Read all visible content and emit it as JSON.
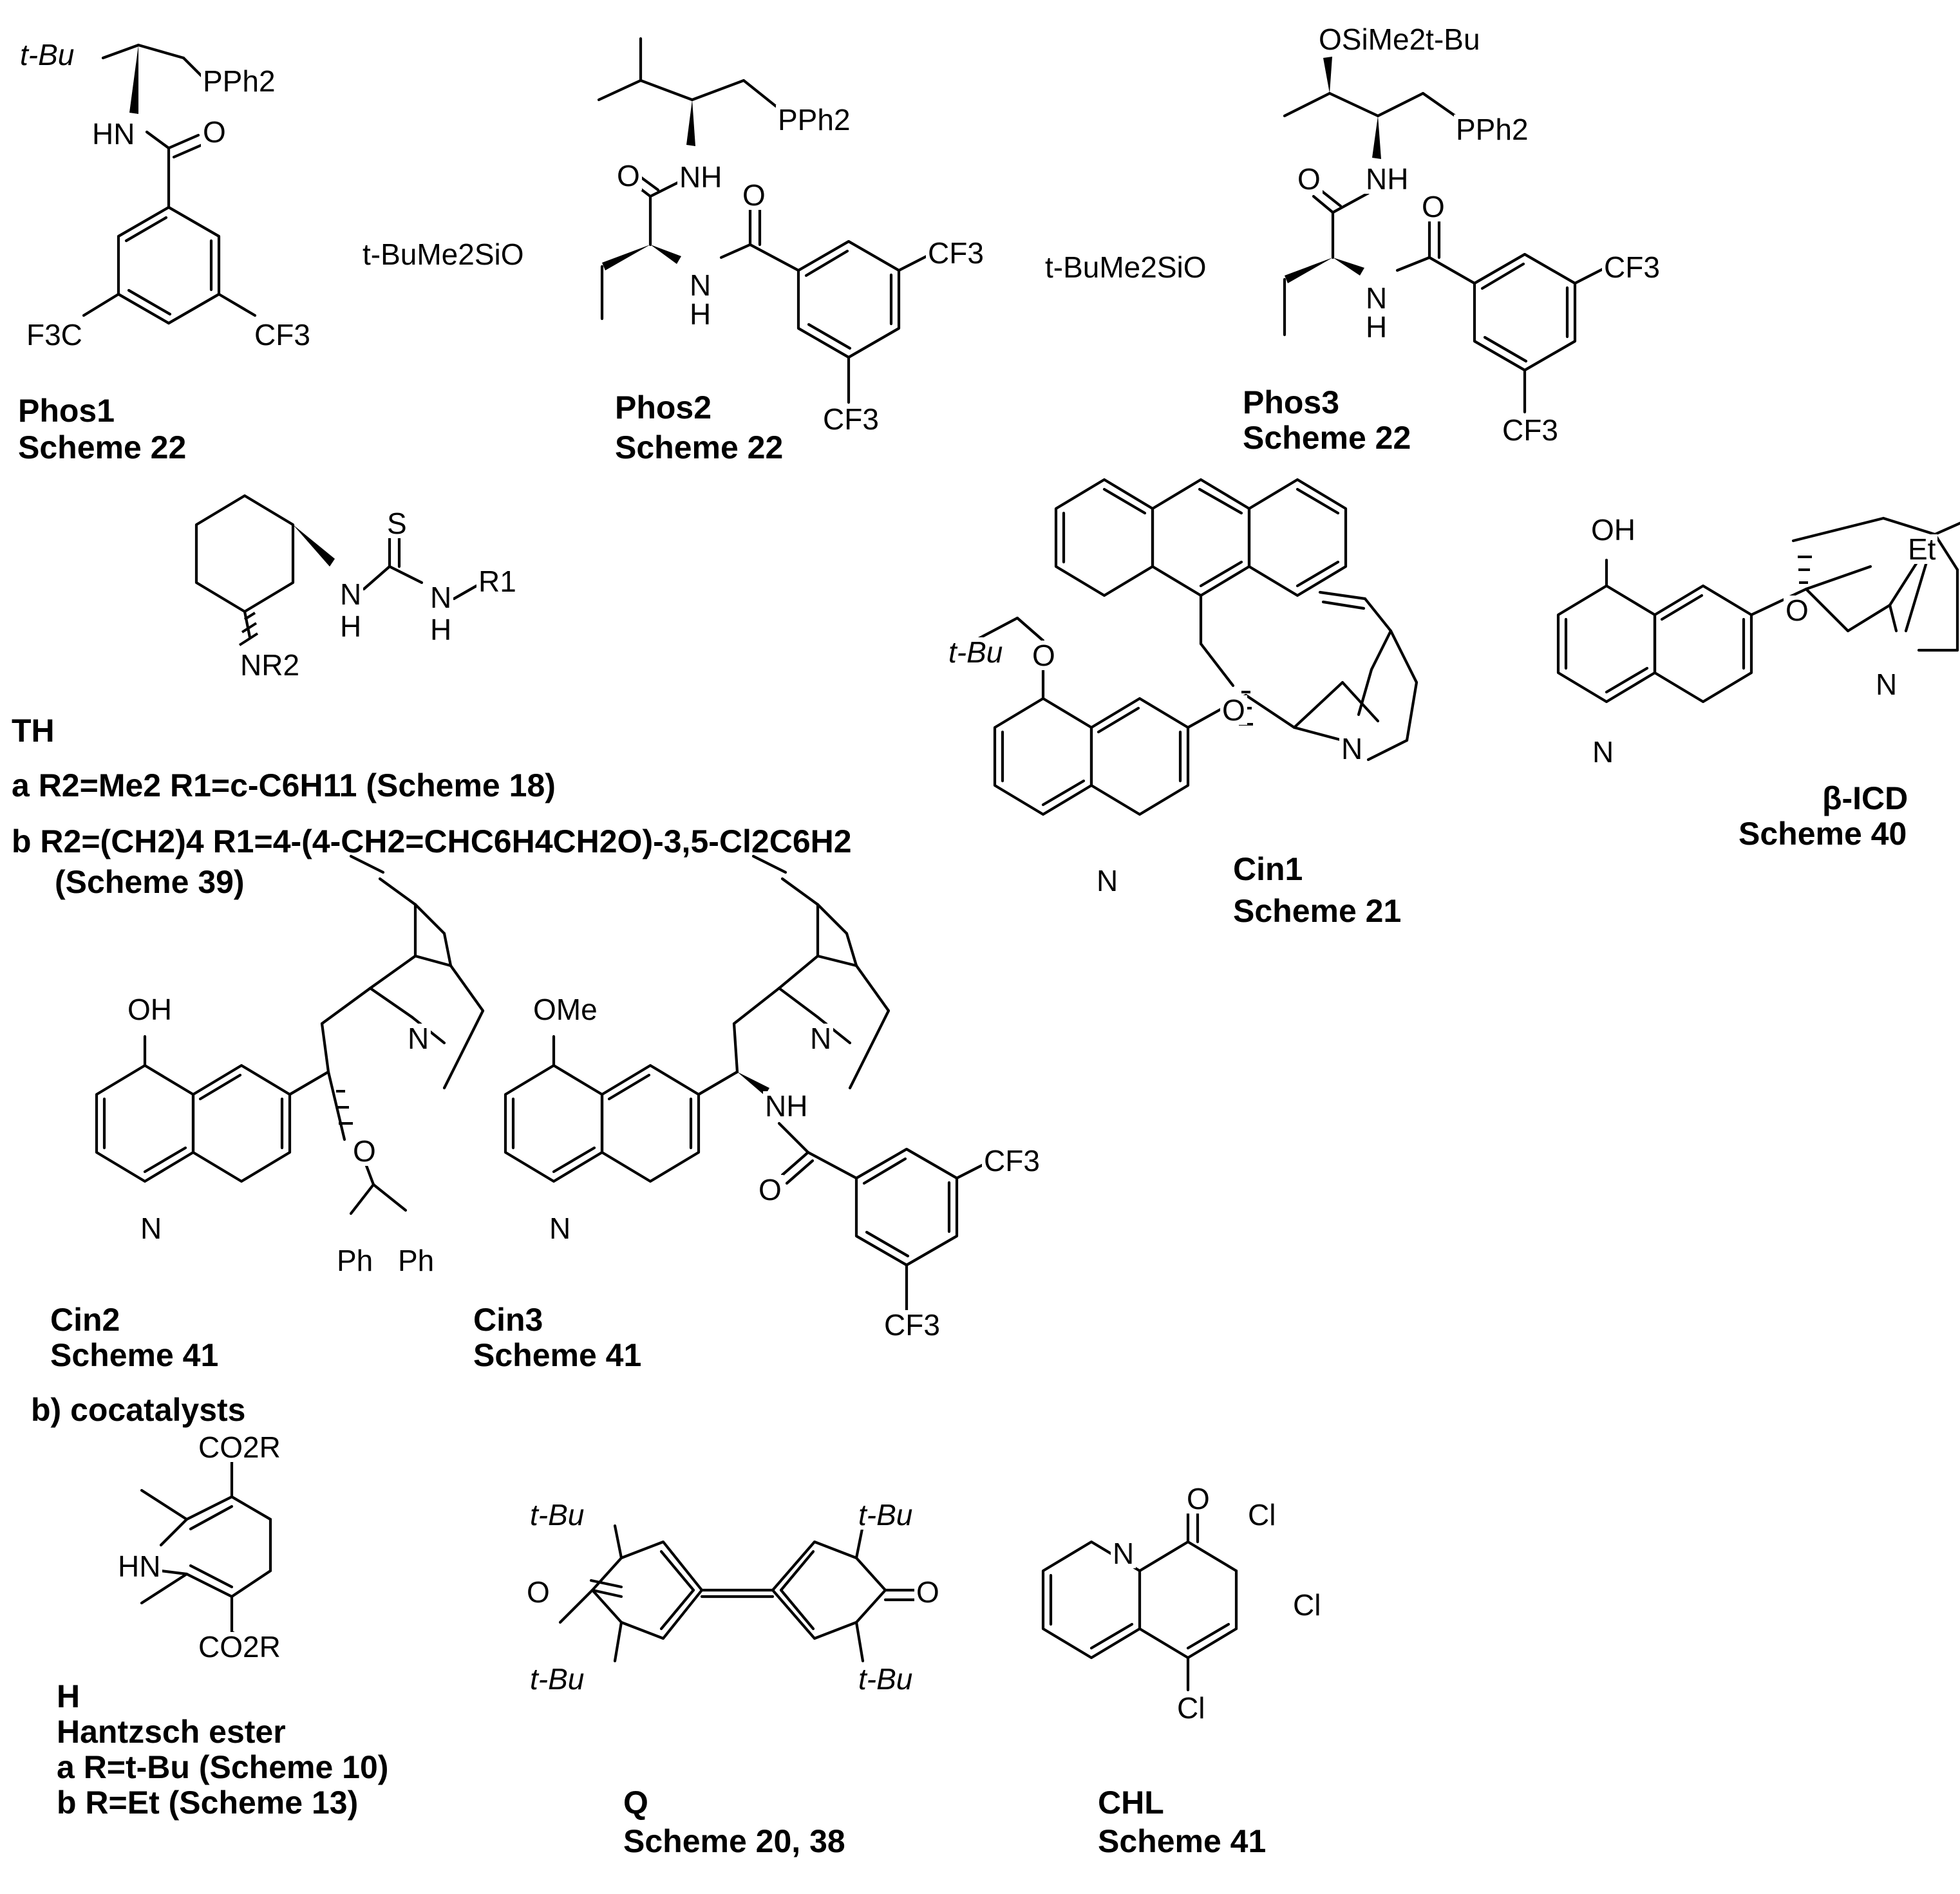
{
  "colors": {
    "ink": "#000000",
    "background": "#ffffff"
  },
  "compounds": [
    {
      "id": "phos1",
      "name": "Phos1",
      "scheme": "Scheme 22",
      "labels": {
        "tbu": "t-Bu",
        "pph2": "PPh2",
        "hn": "HN",
        "o": "O",
        "f3c": "F3C",
        "cf3": "CF3"
      }
    },
    {
      "id": "phos2",
      "name": "Phos2",
      "scheme": "Scheme 22",
      "labels": {
        "pph2": "PPh2",
        "o": "O",
        "nh": "NH",
        "o2": "O",
        "silo": "t-BuMe2SiO",
        "n": "N",
        "h": "H",
        "cf3a": "CF3",
        "cf3b": "CF3"
      }
    },
    {
      "id": "phos3",
      "name": "Phos3",
      "scheme": "Scheme 22",
      "labels": {
        "osi": "OSiMe2t-Bu",
        "pph2": "PPh2",
        "o": "O",
        "nh": "NH",
        "o2": "O",
        "silo": "t-BuMe2SiO",
        "n": "N",
        "h": "H",
        "cf3a": "CF3",
        "cf3b": "CF3"
      }
    },
    {
      "id": "th",
      "name": "TH",
      "variants": [
        "a R2=Me2 R1=c-C6H11 (Scheme 18)",
        "b R2=(CH2)4 R1=4-(4-CH2=CHC6H4CH2O)-3,5-Cl2C6H2",
        "(Scheme 39)"
      ],
      "labels": {
        "s": "S",
        "n1": "N",
        "h1": "H",
        "n2": "N",
        "h2": "H",
        "r1": "R1",
        "nr2": "NR2"
      }
    },
    {
      "id": "cin1",
      "name": "Cin1",
      "scheme": "Scheme 21",
      "labels": {
        "tbu": "t-Bu",
        "o1": "O",
        "o2": "O",
        "n": "N",
        "nq": "N"
      }
    },
    {
      "id": "bicd",
      "name": "β-ICD",
      "scheme": "Scheme 40",
      "labels": {
        "oh": "OH",
        "et": "Et",
        "o": "O",
        "n": "N",
        "nq": "N"
      }
    },
    {
      "id": "cin2",
      "name": "Cin2",
      "scheme": "Scheme 41",
      "labels": {
        "oh": "OH",
        "n": "N",
        "o": "O",
        "nq": "N",
        "ph1": "Ph",
        "ph2": "Ph"
      }
    },
    {
      "id": "cin3",
      "name": "Cin3",
      "scheme": "Scheme 41",
      "labels": {
        "ome": "OMe",
        "n": "N",
        "nh": "NH",
        "nq": "N",
        "o": "O",
        "cf3a": "CF3",
        "cf3b": "CF3"
      }
    }
  ],
  "section_b": "b) cocatalysts",
  "cocatalysts": [
    {
      "id": "h",
      "name": "H",
      "subtitle": "Hantzsch ester",
      "variants": [
        "a R=t-Bu (Scheme 10)",
        "b R=Et (Scheme 13)"
      ],
      "labels": {
        "co2r1": "CO2R",
        "co2r2": "CO2R",
        "hn": "HN"
      }
    },
    {
      "id": "q",
      "name": "Q",
      "scheme": "Scheme 20, 38",
      "labels": {
        "tbu1": "t-Bu",
        "tbu2": "t-Bu",
        "tbu3": "t-Bu",
        "tbu4": "t-Bu",
        "o1": "O",
        "o2": "O"
      }
    },
    {
      "id": "chl",
      "name": "CHL",
      "scheme": "Scheme 41",
      "labels": {
        "o": "O",
        "n": "N",
        "cl1": "Cl",
        "cl2": "Cl",
        "cl3": "Cl"
      }
    }
  ]
}
